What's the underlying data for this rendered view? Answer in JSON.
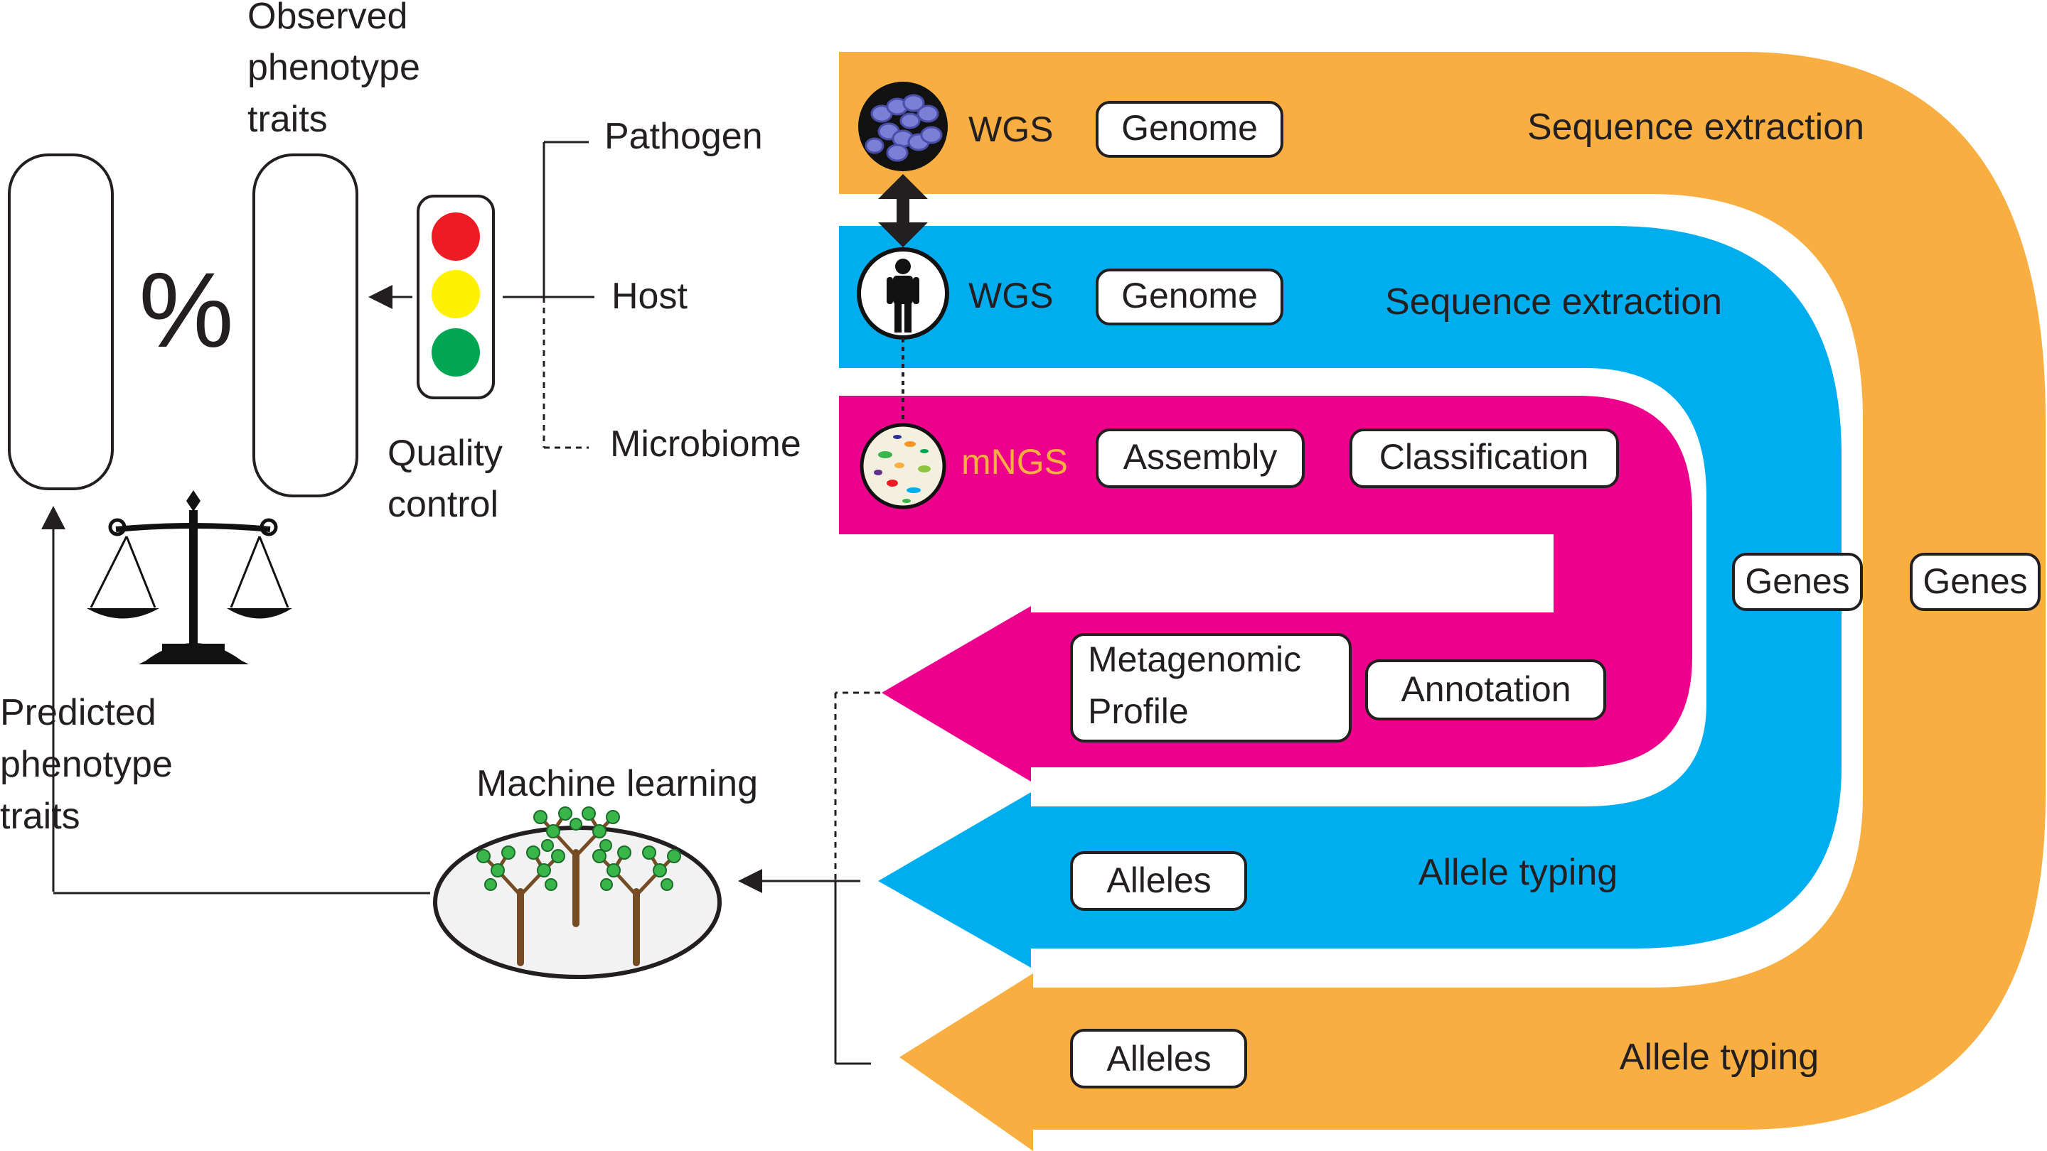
{
  "pipelines": {
    "pathogen": {
      "method": "WGS",
      "boxes": [
        "Genome"
      ],
      "step_label": "Sequence extraction",
      "side_box": "Genes",
      "return_box": "Alleles",
      "return_label": "Allele typing"
    },
    "host": {
      "method": "WGS",
      "boxes": [
        "Genome"
      ],
      "step_label": "Sequence extraction",
      "side_box": "Genes",
      "return_box": "Alleles",
      "return_label": "Allele typing"
    },
    "microbiome": {
      "method": "mNGS",
      "boxes": [
        "Assembly",
        "Classification"
      ],
      "return_box_line1": "Metagenomic",
      "return_box_line2": "Profile",
      "return_box2": "Annotation"
    }
  },
  "sources": {
    "pathogen": "Pathogen",
    "host": "Host",
    "microbiome": "Microbiome"
  },
  "left": {
    "observed_line1": "Observed",
    "observed_line2": "phenotype",
    "observed_line3": "traits",
    "percent": "%",
    "qc_line1": "Quality",
    "qc_line2": "control",
    "predicted_line1": "Predicted",
    "predicted_line2": "phenotype",
    "predicted_line3": "traits",
    "ml": "Machine learning"
  },
  "colors": {
    "orange": "#f8ae40",
    "blue": "#00aeef",
    "magenta": "#ec008c",
    "red": "#ed1c24",
    "yellow": "#fff200",
    "green": "#00a651",
    "tree_green": "#39b54a",
    "trunk": "#754c24"
  }
}
